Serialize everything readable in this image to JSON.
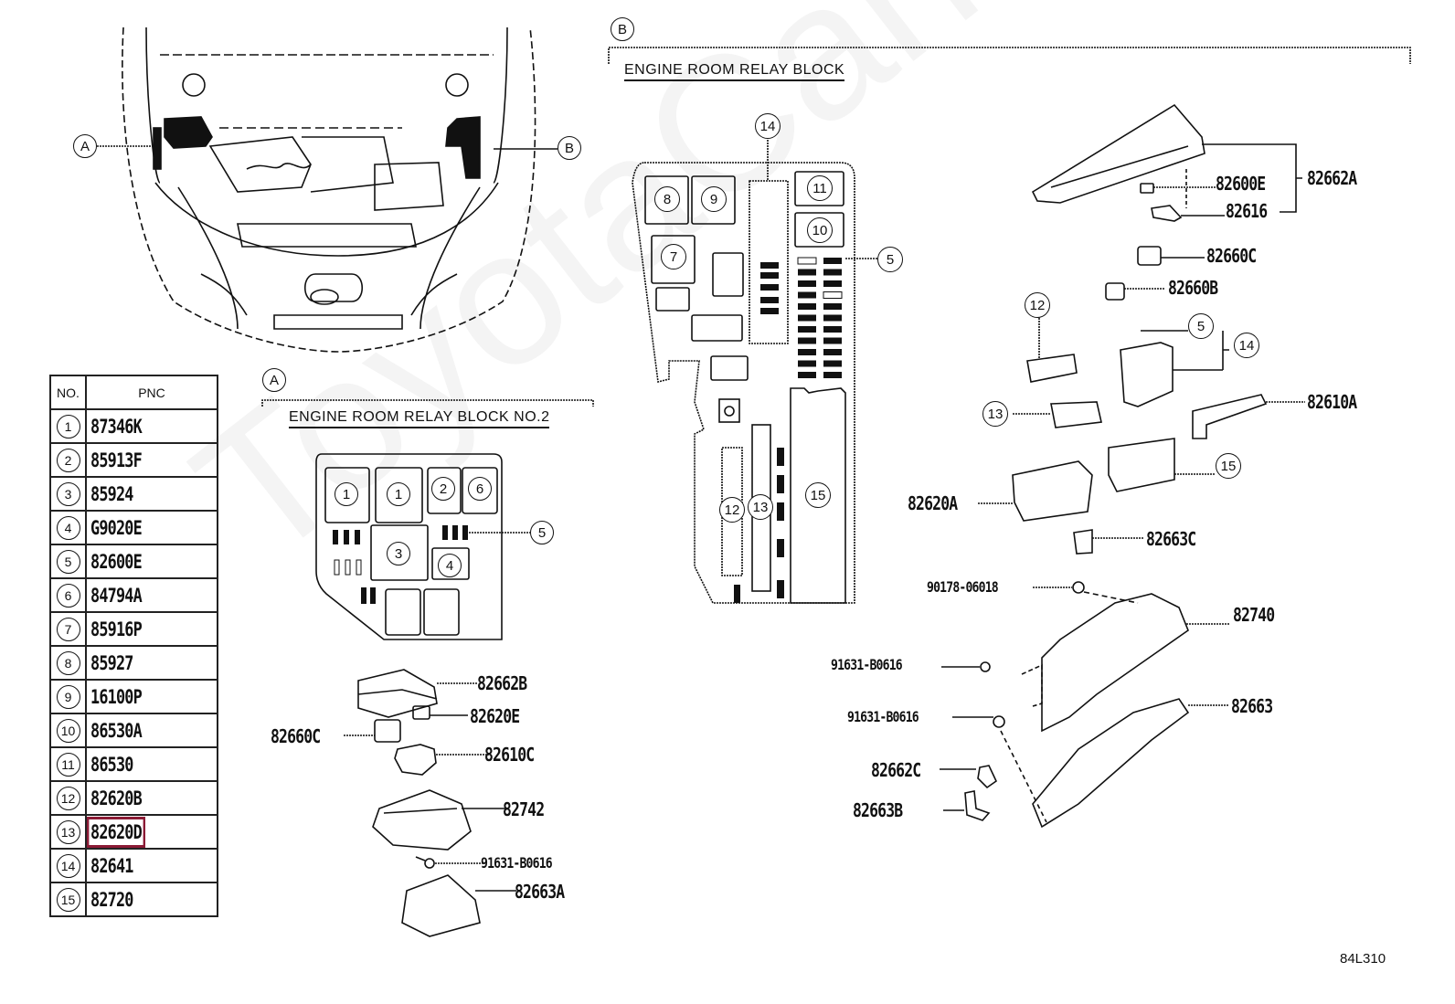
{
  "diagram": {
    "type": "parts-catalog-exploded-view",
    "reference_code": "84L310",
    "watermark": "ToyotaCarMiner.ru"
  },
  "overview": {
    "callouts": [
      {
        "id": "A",
        "label": "A"
      },
      {
        "id": "B",
        "label": "B"
      }
    ]
  },
  "section_a": {
    "marker": "A",
    "title": "ENGINE ROOM RELAY BLOCK NO.2",
    "layout_callouts": [
      "1",
      "1",
      "2",
      "6",
      "3",
      "4",
      "5"
    ],
    "parts": [
      {
        "pnc": "82662B"
      },
      {
        "pnc": "82620E"
      },
      {
        "pnc": "82660C"
      },
      {
        "pnc": "82610C"
      },
      {
        "pnc": "82742"
      },
      {
        "pnc": "91631-B0616"
      },
      {
        "pnc": "82663A"
      }
    ]
  },
  "section_b": {
    "marker": "B",
    "title": "ENGINE ROOM RELAY BLOCK",
    "layout_callouts": [
      "14",
      "8",
      "9",
      "11",
      "10",
      "7",
      "5",
      "12",
      "13",
      "15"
    ],
    "parts": [
      {
        "pnc": "82662A"
      },
      {
        "pnc": "82600E"
      },
      {
        "pnc": "82616"
      },
      {
        "pnc": "82660C"
      },
      {
        "pnc": "82660B"
      },
      {
        "pnc": "82610A"
      },
      {
        "pnc": "82620A"
      },
      {
        "pnc": "82663C"
      },
      {
        "pnc": "90178-06018"
      },
      {
        "pnc": "82740"
      },
      {
        "pnc": "91631-B0616"
      },
      {
        "pnc": "91631-B0616"
      },
      {
        "pnc": "82663"
      },
      {
        "pnc": "82662C"
      },
      {
        "pnc": "82663B"
      }
    ],
    "exploded_callouts": [
      "12",
      "5",
      "14",
      "13",
      "15"
    ]
  },
  "pnc_table": {
    "headers": {
      "no": "NO.",
      "pnc": "PNC"
    },
    "rows": [
      {
        "no": "1",
        "pnc": "87346K"
      },
      {
        "no": "2",
        "pnc": "85913F"
      },
      {
        "no": "3",
        "pnc": "85924"
      },
      {
        "no": "4",
        "pnc": "G9020E"
      },
      {
        "no": "5",
        "pnc": "82600E"
      },
      {
        "no": "6",
        "pnc": "84794A"
      },
      {
        "no": "7",
        "pnc": "85916P"
      },
      {
        "no": "8",
        "pnc": "85927"
      },
      {
        "no": "9",
        "pnc": "16100P"
      },
      {
        "no": "10",
        "pnc": "86530A"
      },
      {
        "no": "11",
        "pnc": "86530"
      },
      {
        "no": "12",
        "pnc": "82620B"
      },
      {
        "no": "13",
        "pnc": "82620D",
        "highlighted": true
      },
      {
        "no": "14",
        "pnc": "82641"
      },
      {
        "no": "15",
        "pnc": "82720"
      }
    ],
    "highlight_color": "#8b1a35"
  }
}
